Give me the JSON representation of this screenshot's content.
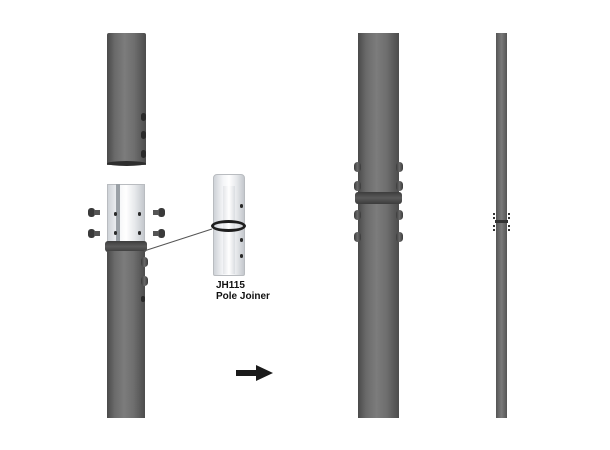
{
  "diagram": {
    "part": {
      "code": "JH115",
      "name": "Pole Joiner"
    },
    "steps": [
      {
        "name": "exploded-assembly",
        "description": "Upper pole, pole joiner with screws, lower pole"
      },
      {
        "name": "assembled-closeup",
        "description": "Joined pole with ring and screws"
      },
      {
        "name": "assembled-full",
        "description": "Full length joined pole"
      }
    ],
    "arrow": "right-arrow",
    "colors": {
      "pole": "#6a6a6a",
      "pole_dark": "#4a4a4a",
      "joiner": "#f0f1f3",
      "ring": "#3c3c3c",
      "arrow": "#1a1a1a",
      "background": "#ffffff"
    }
  }
}
